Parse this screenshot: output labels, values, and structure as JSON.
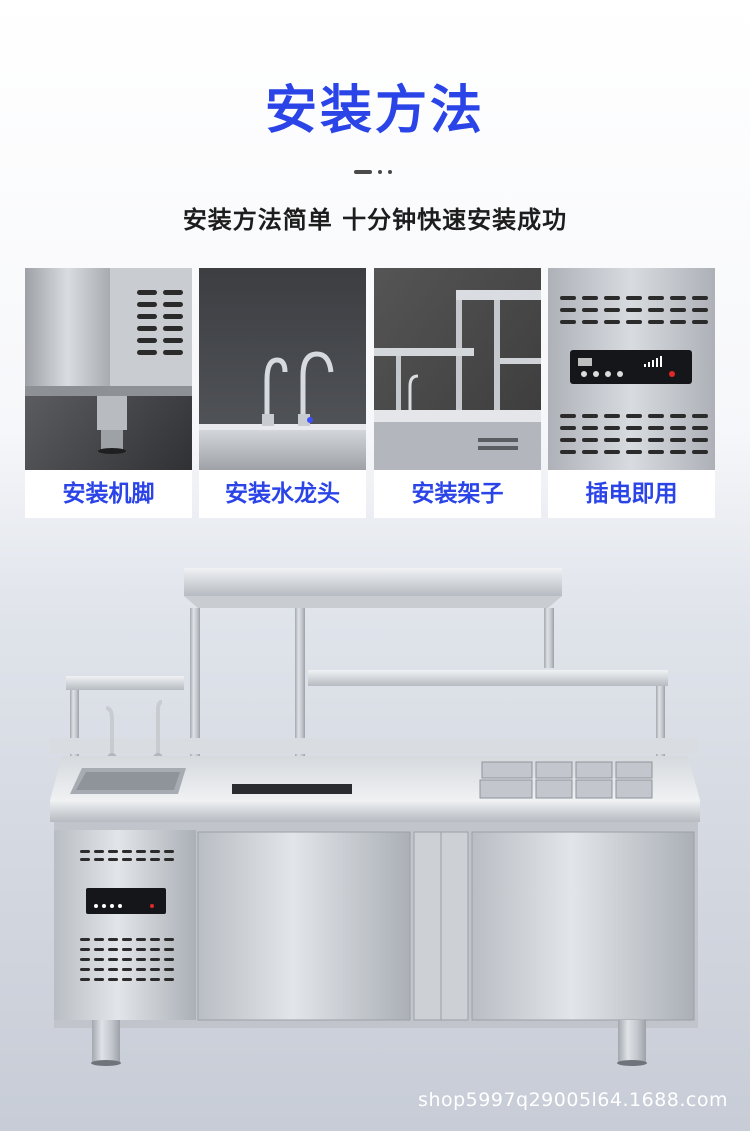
{
  "header": {
    "title": "安装方法",
    "subtitle": "安装方法简单 十分钟快速安装成功"
  },
  "steps": [
    {
      "label": "安装机脚",
      "icon": "machine-foot-photo"
    },
    {
      "label": "安装水龙头",
      "icon": "faucet-photo"
    },
    {
      "label": "安装架子",
      "icon": "shelf-photo"
    },
    {
      "label": "插电即用",
      "icon": "control-panel-photo"
    }
  ],
  "watermark": "shop5997q29005l64.1688.com",
  "colors": {
    "accent": "#2a44e8",
    "text": "#1d1d1d",
    "steel": "#b7bcc4"
  }
}
